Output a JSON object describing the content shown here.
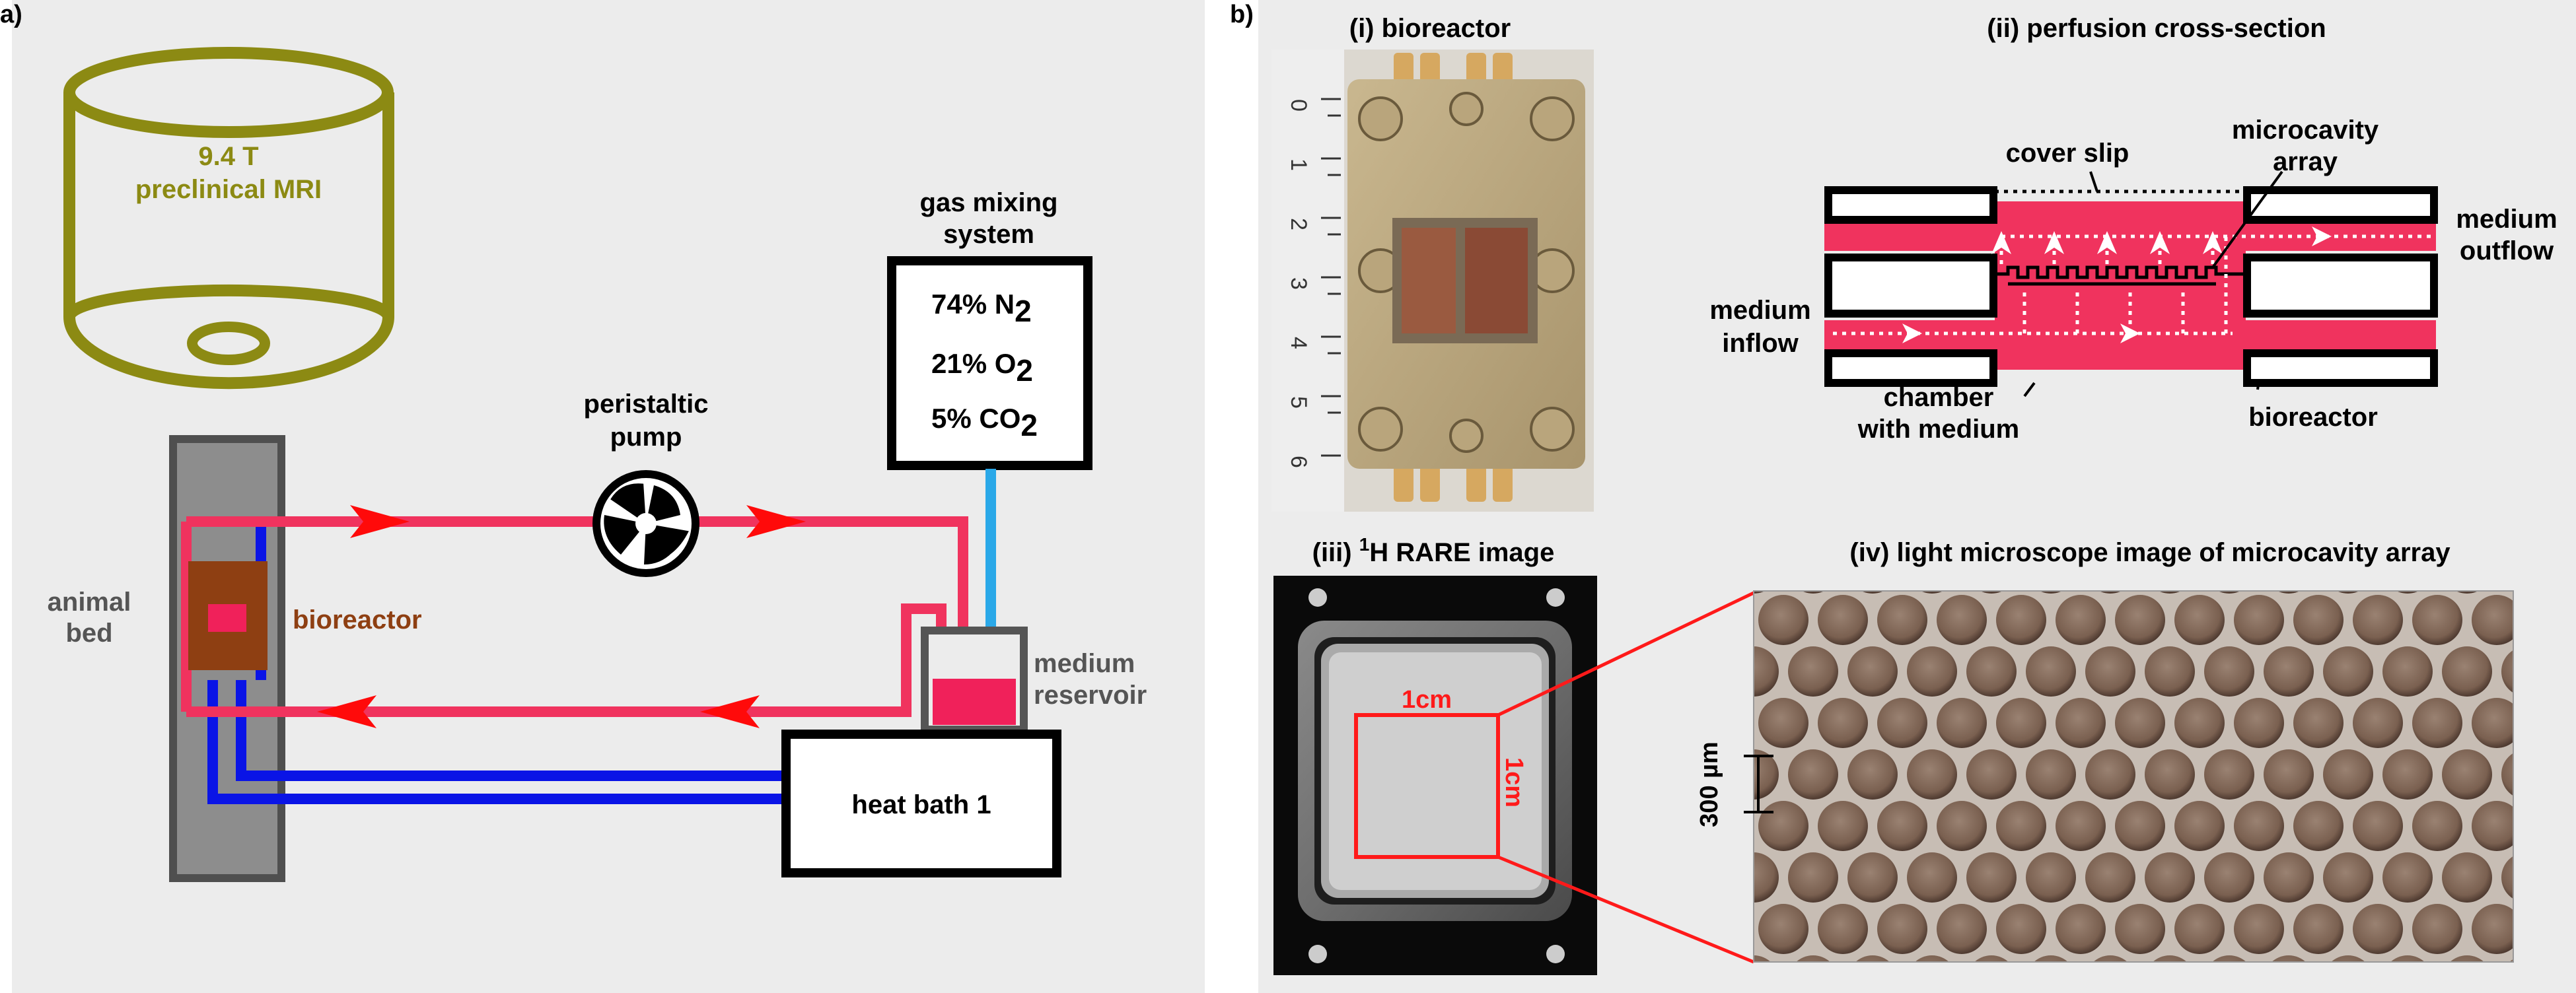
{
  "panel_a": {
    "tag": "a)",
    "mri_line1": "9.4 T",
    "mri_line2": "preclinical MRI",
    "animal_bed_line1": "animal",
    "animal_bed_line2": "bed",
    "bioreactor": "bioreactor",
    "pump_line1": "peristaltic",
    "pump_line2": "pump",
    "gas_title_line1": "gas mixing",
    "gas_title_line2": "system",
    "gas_n2": "74% N",
    "gas_n2_sub": "2",
    "gas_o2": "21% O",
    "gas_o2_sub": "2",
    "gas_co2": "5% CO",
    "gas_co2_sub": "2",
    "reservoir_line1": "medium",
    "reservoir_line2": "reservoir",
    "heat_bath": "heat bath 1"
  },
  "panel_b": {
    "tag": "b)",
    "title_i": "(i) bioreactor",
    "title_ii": "(ii) perfusion cross-section",
    "title_iii_pre": "(iii) ",
    "title_iii_sup": "1",
    "title_iii_post": "H RARE image",
    "title_iv": "(iv) light microscope image of microcavity array",
    "cover_slip": "cover slip",
    "microcavity_line1": "microcavity",
    "microcavity_line2": "array",
    "medium_outflow_line1": "medium",
    "medium_outflow_line2": "outflow",
    "medium_inflow_line1": "medium",
    "medium_inflow_line2": "inflow",
    "chamber_line1": "chamber",
    "chamber_line2": "with medium",
    "bioreactor_label": "bioreactor",
    "ruler_ticks": [
      "0",
      "1",
      "2",
      "3",
      "4",
      "5",
      "6"
    ],
    "scale_h": "1cm",
    "scale_v": "1cm",
    "scale_micro": "300 µm"
  },
  "colors": {
    "mri_olive": "#8c8a13",
    "flow_pink": "#f0335e",
    "arrow_red": "#ff0a0a",
    "cool_blue": "#0a14e6",
    "gas_blue": "#2aa8e8",
    "bioreactor_brown": "#8e3f12",
    "reservoir_pink": "#f0215a",
    "bed_gray": "#8d8d8d",
    "text_gray": "#555555",
    "panel_bg": "#ececec"
  },
  "icons": [
    "pump-impeller-icon",
    "flow-arrow-icon"
  ]
}
